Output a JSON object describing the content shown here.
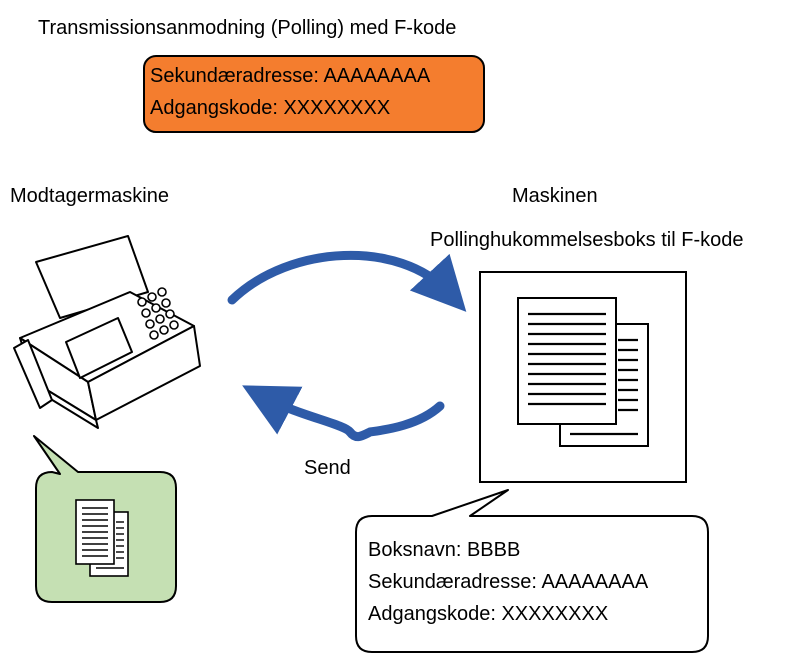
{
  "header": {
    "title": "Transmissionsanmodning (Polling) med F-kode"
  },
  "request_box": {
    "line1": "Sekundæradresse: AAAAAAAA",
    "line2": "Adgangskode: XXXXXXXX",
    "fill_color": "#f47d2e"
  },
  "receiver": {
    "label": "Modtagermaskine",
    "icon": "fax-machine-icon",
    "received_icon": "documents-icon",
    "bubble_color": "#c5e0b3"
  },
  "machine": {
    "label": "Maskinen",
    "box_label": "Pollinghukommelsesboks til F-kode",
    "icon": "documents-icon"
  },
  "flow": {
    "send_label": "Send",
    "arrow_color": "#2e5ba8"
  },
  "box_info": {
    "line1": "Boksnavn: BBBB",
    "line2": "Sekundæradresse: AAAAAAAA",
    "line3": "Adgangskode: XXXXXXXX"
  }
}
